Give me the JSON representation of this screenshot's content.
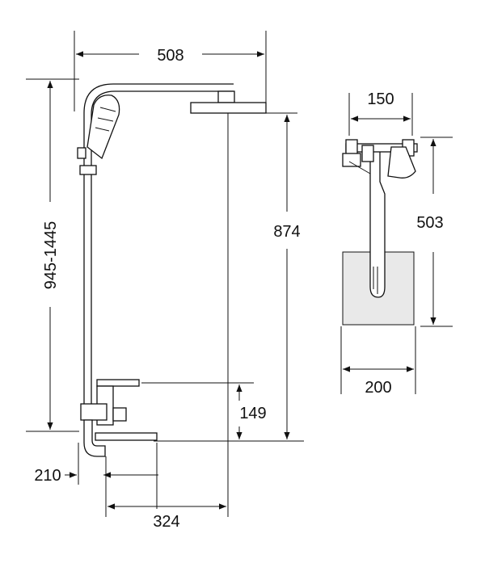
{
  "dimensions": {
    "overall_width": "508",
    "height_range": "945-1445",
    "head_height": "874",
    "mixer_height": "149",
    "spout_reach": "210",
    "bar_reach": "324",
    "top_width": "150",
    "side_height": "503",
    "base_width": "200"
  }
}
